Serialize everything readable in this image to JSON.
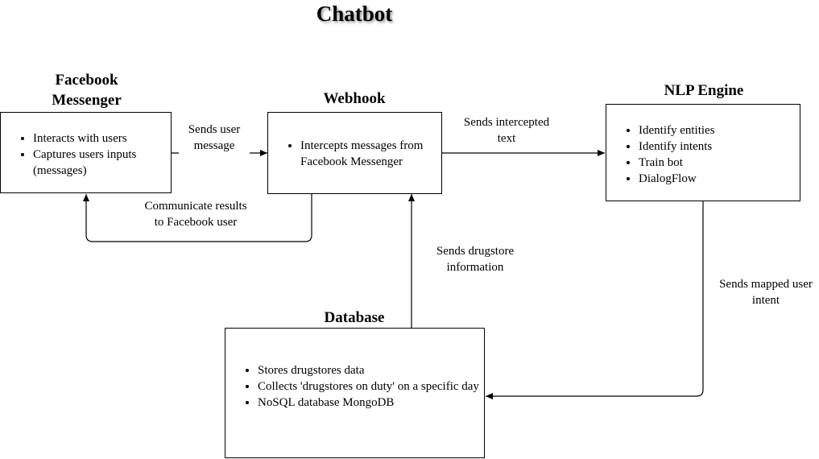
{
  "title": "Chatbot",
  "nodes": {
    "facebook": {
      "title": "Facebook Messenger",
      "items": [
        "Interacts with users",
        "Captures users inputs (messages)"
      ]
    },
    "webhook": {
      "title": "Webhook",
      "items": [
        "Intercepts messages from Facebook Messenger"
      ]
    },
    "nlp": {
      "title": "NLP Engine",
      "items": [
        "Identify entities",
        "Identify intents",
        "Train bot",
        "DialogFlow"
      ]
    },
    "database": {
      "title": "Database",
      "items": [
        "Stores drugstores data",
        "Collects 'drugstores on duty' on a specific day",
        "NoSQL database MongoDB"
      ]
    }
  },
  "edges": {
    "fb_to_webhook": "Sends user message",
    "webhook_to_fb": "Communicate results to Facebook user",
    "webhook_to_nlp": "Sends intercepted text",
    "db_to_webhook": "Sends drugstore information",
    "nlp_to_db": "Sends mapped user intent"
  }
}
